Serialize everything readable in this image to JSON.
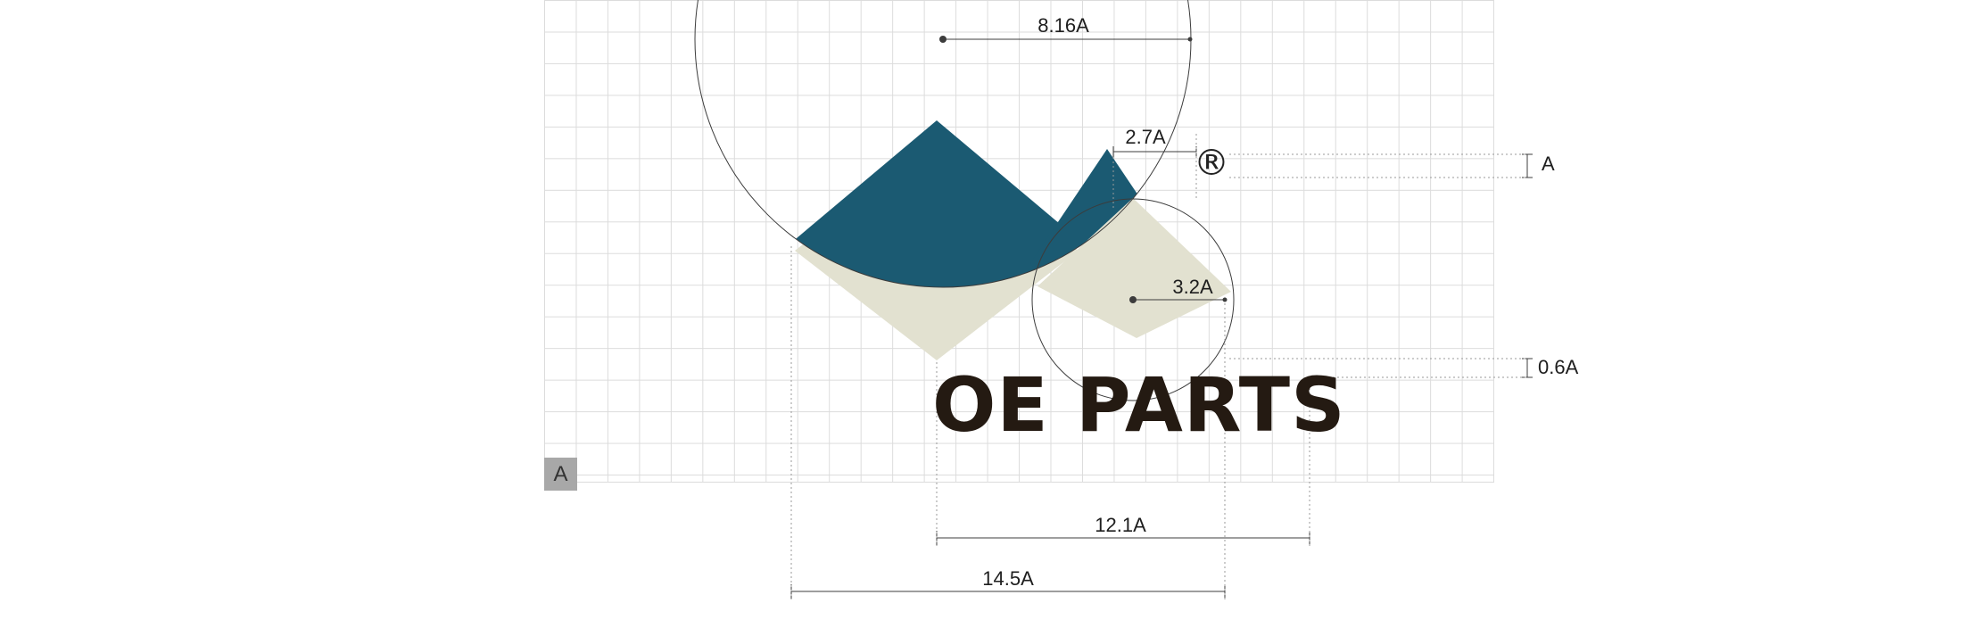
{
  "logo": {
    "wordmark": "OE PARTS",
    "registered_mark": "®"
  },
  "grid": {
    "unit_label": "A"
  },
  "dims": {
    "large_circle_radius": "8.16A",
    "peak_offset": "2.7A",
    "registered_height": "A",
    "small_circle_radius": "3.2A",
    "text_gap": "0.6A",
    "wordmark_width": "12.1A",
    "symbol_width": "14.5A"
  },
  "colors": {
    "teal": "#1b5a72",
    "beige": "#e2e1d0",
    "wordmark": "#241a12",
    "grid_line": "#dcdcdc",
    "construction_line": "#3c3c3c",
    "dotted_line": "#9a9a9a",
    "unit_box_bg": "#a8a8a8"
  }
}
